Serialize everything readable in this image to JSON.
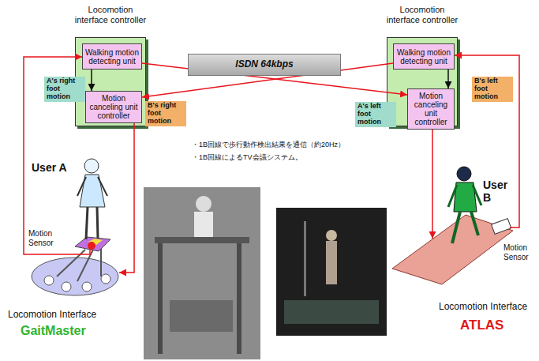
{
  "diagram": {
    "nodes": [
      {
        "text": [
          "Locomotion interface controller"
        ]
      },
      {
        "text": [
          "Walking motion detecting unit"
        ],
        "in": 0
      },
      {
        "text": [
          "Motion canceling unit controller"
        ],
        "in": 0
      },
      {
        "text": [
          "ISDN 64kbps"
        ]
      },
      {
        "text": [
          "Locomotion interface controller"
        ]
      },
      {
        "text": [
          "Walking motion detecting unit"
        ],
        "in": 4
      },
      {
        "text": [
          "Motion canceling unit controller"
        ],
        "in": 4
      }
    ],
    "edges": [
      {
        "from": 1,
        "to": 2,
        "arrow": "to",
        "label": "A's right foot motion"
      },
      {
        "from": 1,
        "to": 6,
        "arrow": "to",
        "label": "A's left foot motion"
      },
      {
        "from": 5,
        "to": 6,
        "arrow": "to",
        "label": "B's left foot motion"
      },
      {
        "from": 5,
        "to": 2,
        "arrow": "to",
        "label": "B's right foot motion"
      }
    ],
    "labels": [
      "User A",
      "Motion Sensor",
      "Locomotion Interface",
      "GaitMaster",
      "・1B回線で歩行動作検出結果を通信（約20Hz）",
      "・1B回線によるTV会議システム。",
      "User B",
      "Motion Sensor",
      "Locomotion Interface",
      "ATLAS"
    ]
  }
}
